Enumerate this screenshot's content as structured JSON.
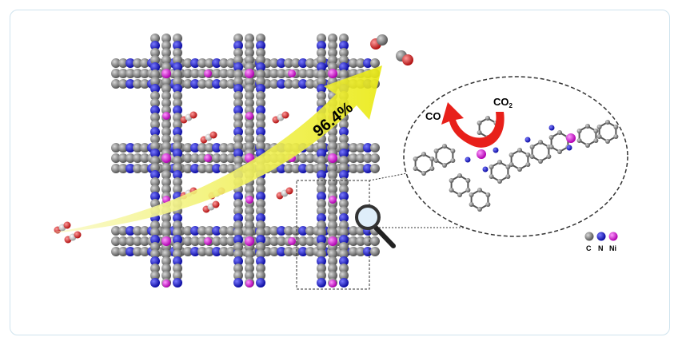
{
  "yield_label": "96.4%",
  "product_label": "CO",
  "reactant_label": "CO",
  "reactant_subscript": "2",
  "legend": [
    {
      "symbol": "C",
      "color": "#777777"
    },
    {
      "symbol": "N",
      "color": "#1a1ae6"
    },
    {
      "symbol": "Ni",
      "color": "#e020e0"
    }
  ],
  "colors": {
    "carbon": "#777777",
    "nitrogen": "#1a1ae6",
    "nickel": "#e020e0",
    "arrow": "#f2f21a",
    "curved_arrow": "#e8201a",
    "oxygen": "#d42020"
  }
}
